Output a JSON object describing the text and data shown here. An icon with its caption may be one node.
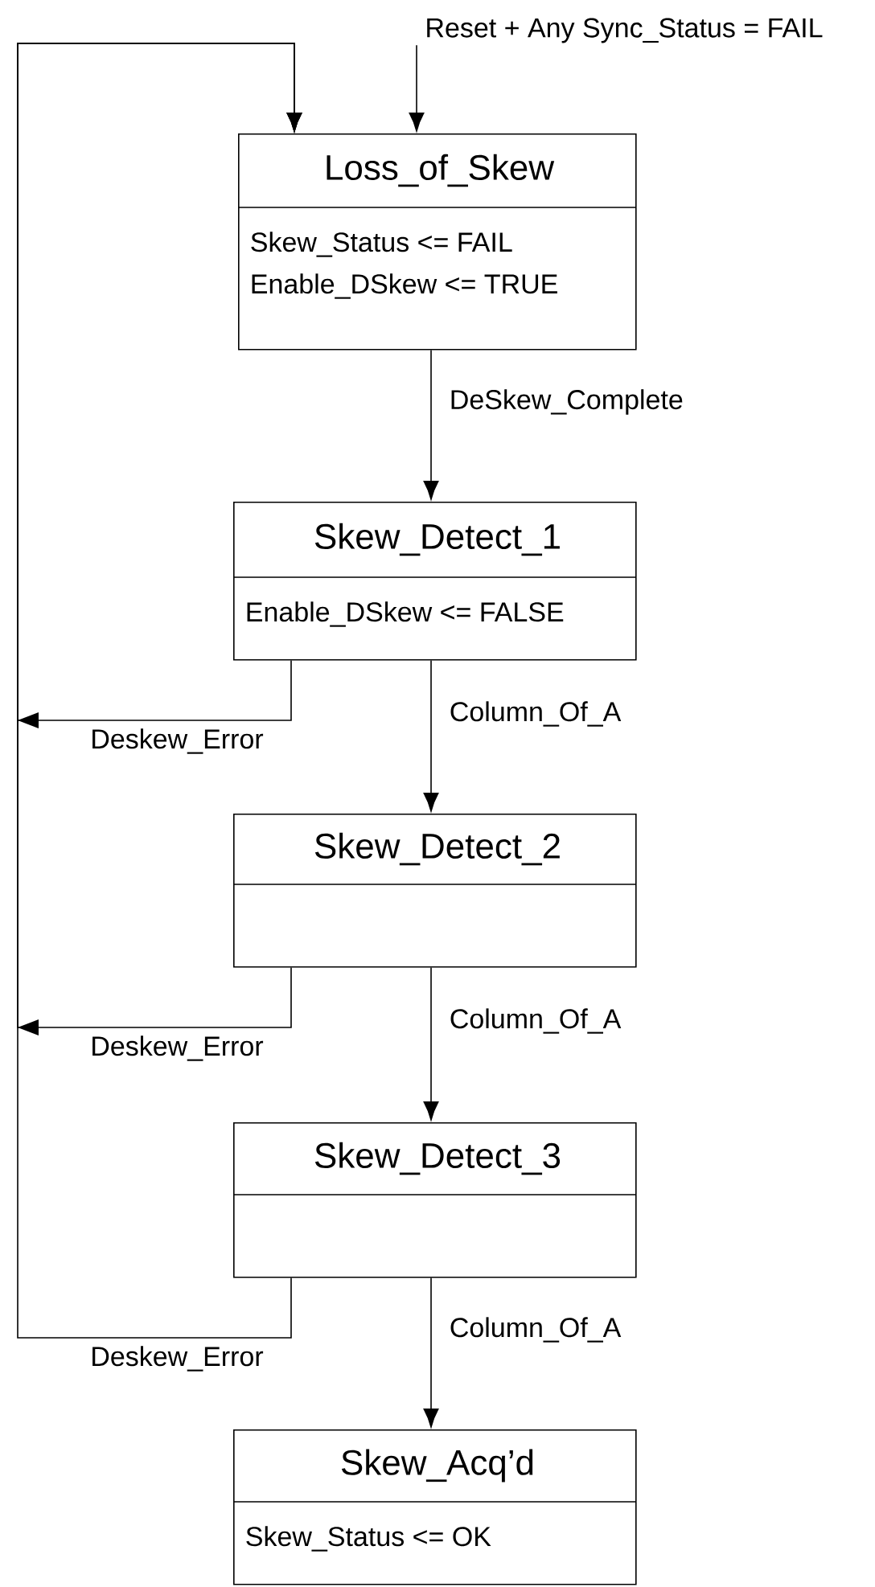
{
  "diagram": {
    "nodes": [
      {
        "text": [
          "Reset + Any Sync_Status = FAIL"
        ]
      },
      {
        "text": [
          "Loss_of_Skew",
          "Skew_Status <= FAIL",
          "Enable_DSkew <= TRUE"
        ]
      },
      {
        "text": [
          "Skew_Detect_1",
          "Enable_DSkew <= FALSE"
        ]
      },
      {
        "text": [
          "Skew_Detect_2"
        ]
      },
      {
        "text": [
          "Skew_Detect_3"
        ]
      },
      {
        "text": [
          "Skew_Acq’d",
          "Skew_Status <= OK"
        ]
      }
    ],
    "edges": [
      {
        "from": 0,
        "to": 1,
        "arrow": "to"
      },
      {
        "from": 1,
        "to": 2,
        "arrow": "to",
        "label": "DeSkew_Complete"
      },
      {
        "from": 2,
        "to": 3,
        "arrow": "to",
        "label": "Column_Of_A"
      },
      {
        "from": 2,
        "to": 1,
        "arrow": "to",
        "label": "Deskew_Error"
      },
      {
        "from": 3,
        "to": 4,
        "arrow": "to",
        "label": "Column_Of_A"
      },
      {
        "from": 3,
        "to": 1,
        "arrow": "to",
        "label": "Deskew_Error"
      },
      {
        "from": 4,
        "to": 5,
        "arrow": "to",
        "label": "Column_Of_A"
      },
      {
        "from": 4,
        "to": 1,
        "arrow": "to",
        "label": "Deskew_Error"
      }
    ]
  }
}
